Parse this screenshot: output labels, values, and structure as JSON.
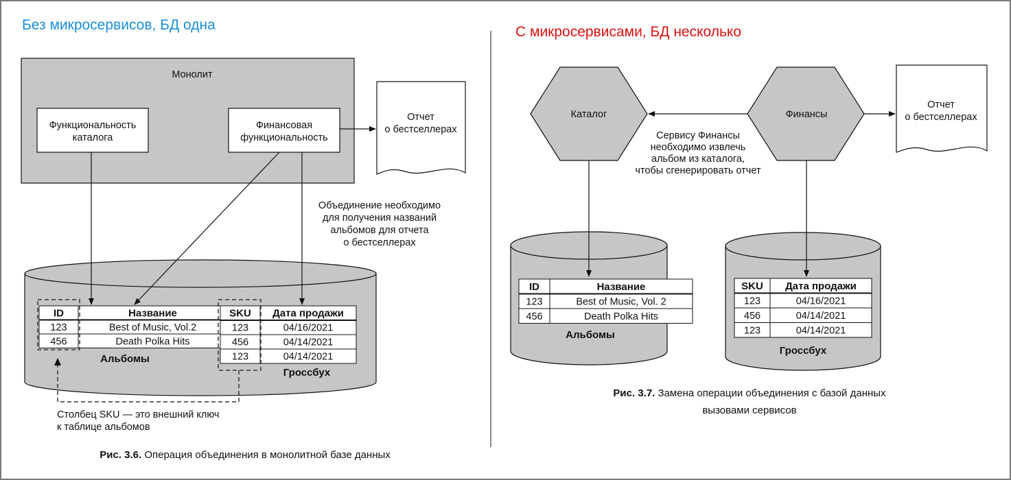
{
  "colors": {
    "left_heading": "#1a8fdc",
    "right_heading": "#e01010",
    "panel_gray": "#c6c6c6",
    "frame_gray": "#7a7a7a"
  },
  "left": {
    "heading": "Без микросервисов, БД одна",
    "monolith_label": "Монолит",
    "catalog_box": [
      "Функциональность",
      "каталога"
    ],
    "finance_box": [
      "Финансовая",
      "функциональность"
    ],
    "report": [
      "Отчет",
      "о бестселлерах"
    ],
    "join_note": [
      "Объединение необходимо",
      "для получения названий",
      "альбомов для отчета",
      "о бестселлерах"
    ],
    "albums_table": {
      "headers": [
        "ID",
        "Название"
      ],
      "rows": [
        [
          "123",
          "Best of Music, Vol.2"
        ],
        [
          "456",
          "Death Polka Hits"
        ]
      ],
      "label": "Альбомы"
    },
    "ledger_table": {
      "headers": [
        "SKU",
        "Дата продажи"
      ],
      "rows": [
        [
          "123",
          "04/16/2021"
        ],
        [
          "456",
          "04/14/2021"
        ],
        [
          "123",
          "04/14/2021"
        ]
      ],
      "label": "Гроссбух"
    },
    "fk_note": [
      "Столбец SKU — это внешний ключ",
      "к таблице альбомов"
    ],
    "caption_bold": "Рис. 3.6.",
    "caption_text": " Операция объединения в монолитной базе данных"
  },
  "right": {
    "heading": "С микросервисами, БД несколько",
    "catalog_hex": "Каталог",
    "finance_hex": "Финансы",
    "report": [
      "Отчет",
      "о бестселлерах"
    ],
    "call_note": [
      "Сервису Финансы",
      "необходимо извлечь",
      "альбом из каталога,",
      "чтобы сгенерировать отчет"
    ],
    "albums_table": {
      "headers": [
        "ID",
        "Название"
      ],
      "rows": [
        [
          "123",
          "Best of Music, Vol. 2"
        ],
        [
          "456",
          "Death Polka Hits"
        ]
      ],
      "label": "Альбомы"
    },
    "ledger_table": {
      "headers": [
        "SKU",
        "Дата продажи"
      ],
      "rows": [
        [
          "123",
          "04/16/2021"
        ],
        [
          "456",
          "04/14/2021"
        ],
        [
          "123",
          "04/14/2021"
        ]
      ],
      "label": "Гроссбух"
    },
    "caption_bold": "Рис. 3.7.",
    "caption_line1": " Замена операции объединения с базой данных",
    "caption_line2": "вызовами сервисов"
  }
}
